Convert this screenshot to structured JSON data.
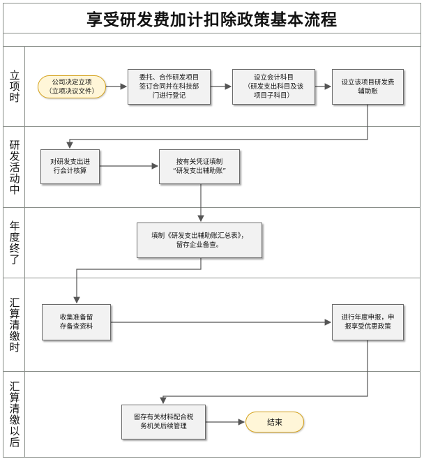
{
  "title": "享受研发费加计扣除政策基本流程",
  "lanes": [
    {
      "label": "立项时"
    },
    {
      "label": "研发活动中"
    },
    {
      "label": "年度终了"
    },
    {
      "label": "汇算清缴时"
    },
    {
      "label": "汇算清缴以后"
    }
  ],
  "nodes": {
    "start": "公司决定立项\n（立项决议文件）",
    "register": "委托、合作研发项目\n签订合同并在科技部\n门进行登记",
    "accounts": "设立会计科目\n（研发支出科目及该\n项目子科目）",
    "aux_ledger": "设立该项目研发费\n辅助账",
    "accounting": "对研发支出进\n行会计核算",
    "fill_aux": "按有关凭证填制\n“研发支出辅助账”",
    "summary": "填制《研发支出辅助账汇总表》，\n留存企业备查。",
    "collect": "收集准备留\n存备查资料",
    "declare": "进行年度申报，申\n报享受优惠政策",
    "retain": "留存有关材料配合税\n务机关后续管理",
    "end": "结束"
  },
  "colors": {
    "start_fill": "#fff6d8",
    "start_border": "#d6a21a",
    "box_fill": "#f2f2f2",
    "line": "#555555"
  }
}
